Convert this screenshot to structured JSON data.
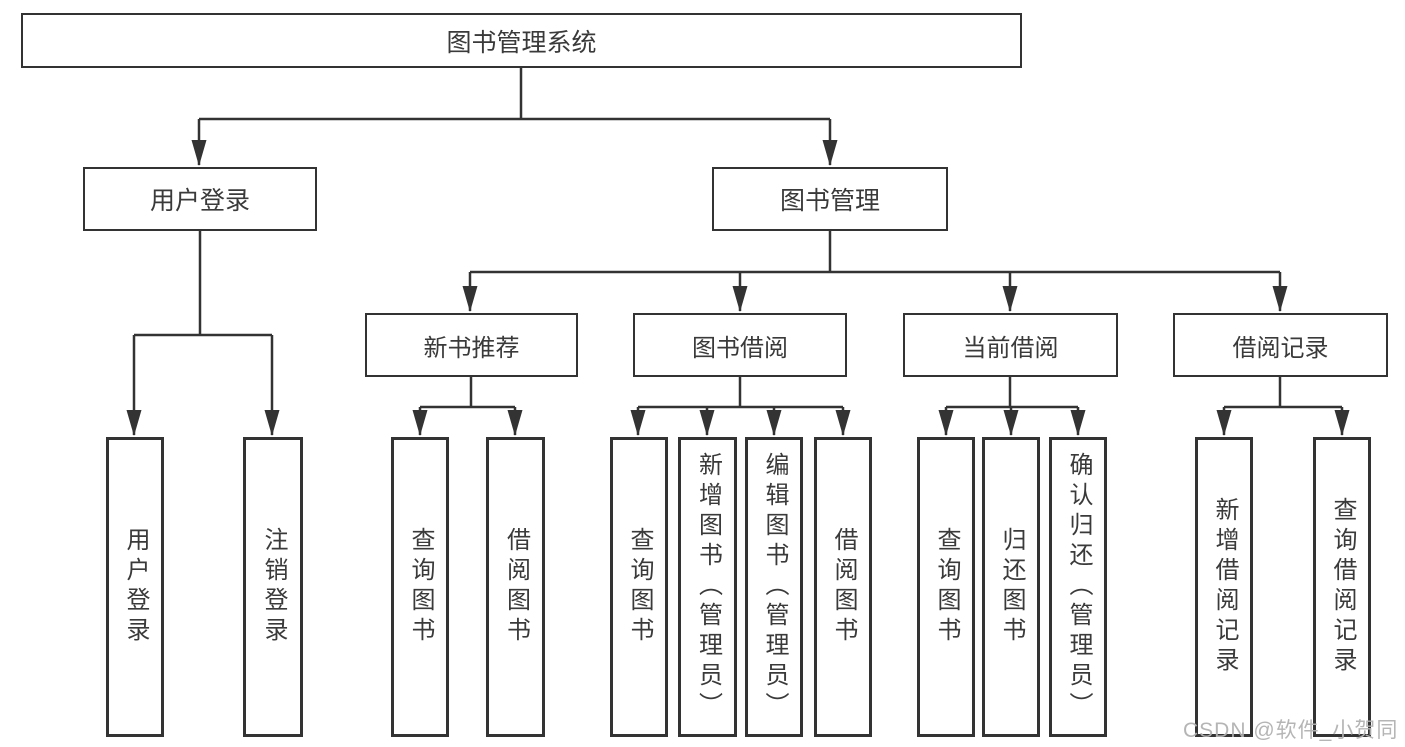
{
  "diagram": {
    "root": {
      "label": "图书管理系统"
    },
    "level2": {
      "user_login": {
        "label": "用户登录"
      },
      "book_mgmt": {
        "label": "图书管理"
      }
    },
    "level3": {
      "new_books": {
        "label": "新书推荐"
      },
      "book_borrow": {
        "label": "图书借阅"
      },
      "current_borrow": {
        "label": "当前借阅"
      },
      "borrow_records": {
        "label": "借阅记录"
      }
    },
    "leaves": {
      "login": {
        "label": "用户登录"
      },
      "logout": {
        "label": "注销登录"
      },
      "nb_query": {
        "label": "查询图书"
      },
      "nb_borrow": {
        "label": "借阅图书"
      },
      "bb_query": {
        "label": "查询图书"
      },
      "bb_add": {
        "label": "新增图书（管理员）"
      },
      "bb_edit": {
        "label": "编辑图书（管理员）"
      },
      "bb_borrow": {
        "label": "借阅图书"
      },
      "cb_query": {
        "label": "查询图书"
      },
      "cb_return": {
        "label": "归还图书"
      },
      "cb_confirm": {
        "label": "确认归还（管理员）"
      },
      "br_add": {
        "label": "新增借阅记录"
      },
      "br_query": {
        "label": "查询借阅记录"
      }
    },
    "watermark": "CSDN @软件_小贺同学",
    "colors": {
      "line": "#333333",
      "text": "#3a3a3a",
      "box_background": "#ffffff",
      "watermark": "#b2b2b2",
      "background": "#ffffff"
    }
  }
}
